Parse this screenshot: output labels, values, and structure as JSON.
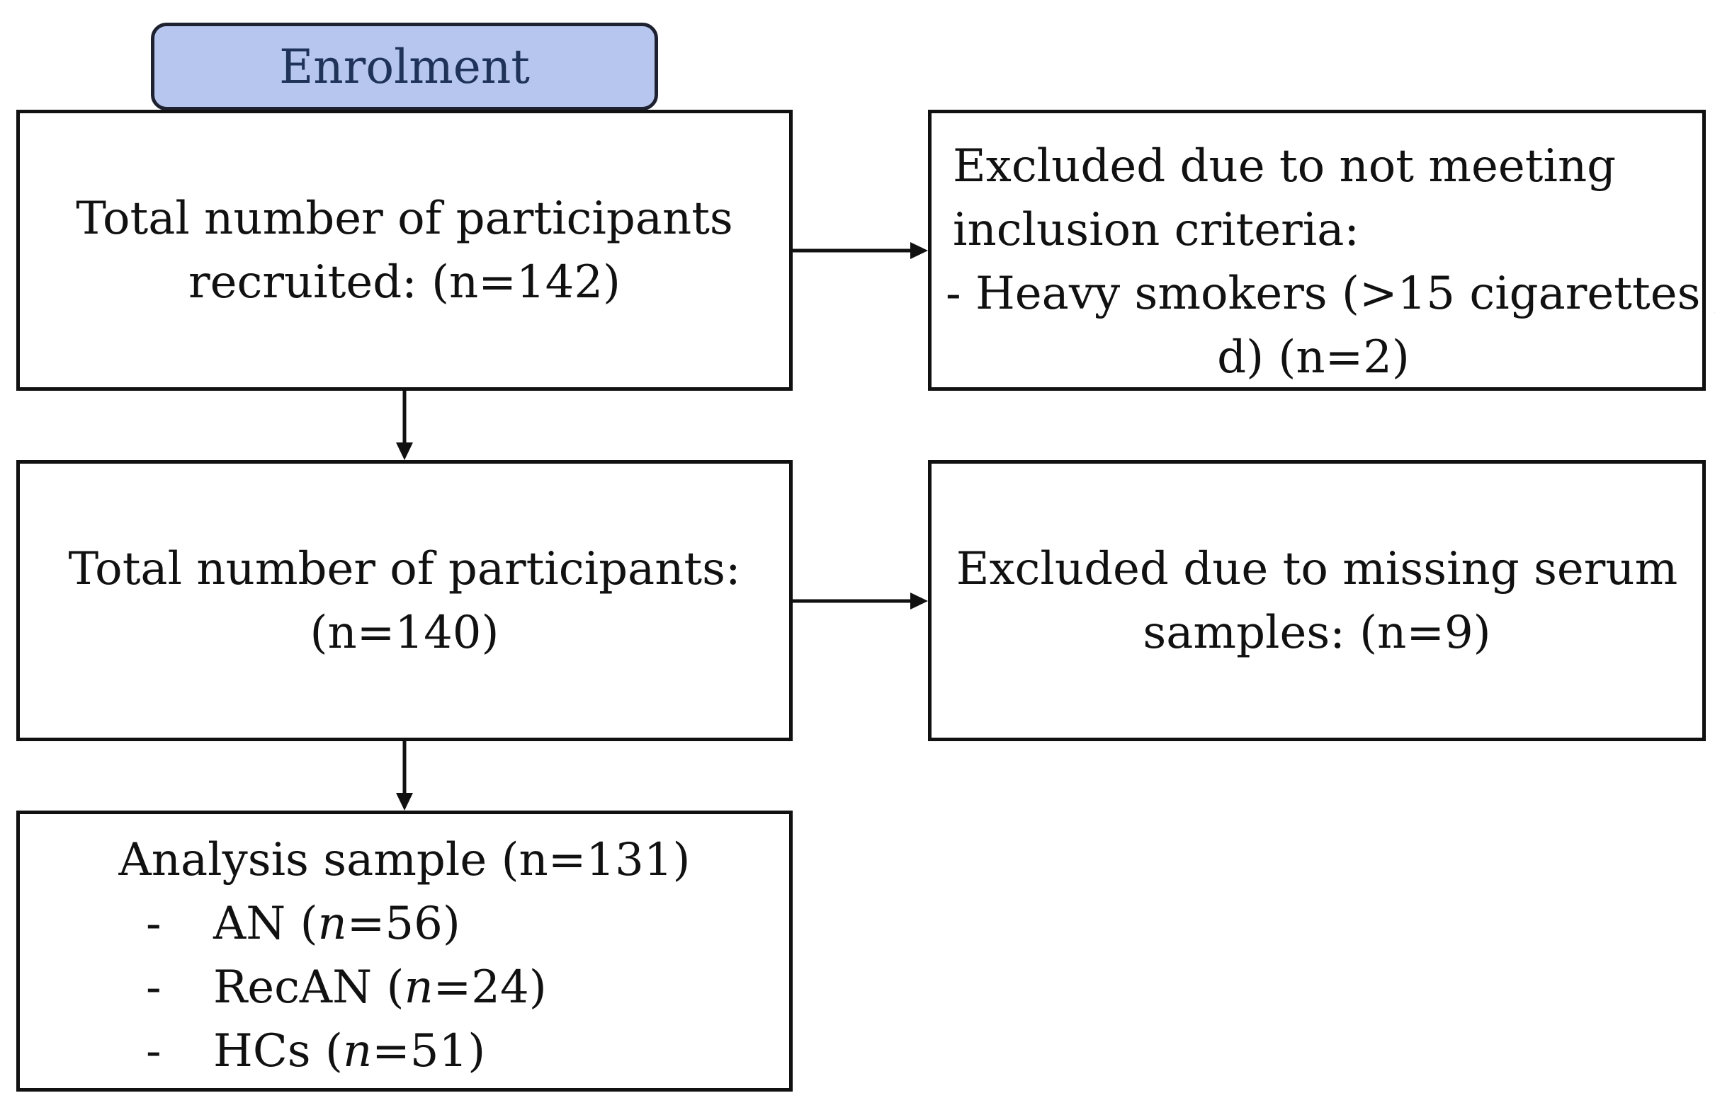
{
  "enrolment": {
    "label": "Enrolment"
  },
  "recruited": {
    "line1": "Total number of participants",
    "line2": "recruited: (n=142)"
  },
  "total": {
    "line1": "Total number of participants:",
    "line2": "(n=140)"
  },
  "analysis": {
    "title": "Analysis sample (n=131)",
    "groups": [
      {
        "dash": "-",
        "name": "AN (",
        "n_symbol": "n",
        "count": "=56)"
      },
      {
        "dash": "-",
        "name": "RecAN (",
        "n_symbol": "n",
        "count": "=24)"
      },
      {
        "dash": "-",
        "name": "HCs (",
        "n_symbol": "n",
        "count": "=51)"
      }
    ]
  },
  "excluded_criteria": {
    "line1": "Excluded due to not meeting",
    "line2": "inclusion criteria:",
    "item_line1": "- Heavy smokers (>15 cigarettes /",
    "item_line2": "d) (n=2)"
  },
  "excluded_serum": {
    "line1": "Excluded due to missing serum",
    "line2": "samples: (n=9)"
  }
}
